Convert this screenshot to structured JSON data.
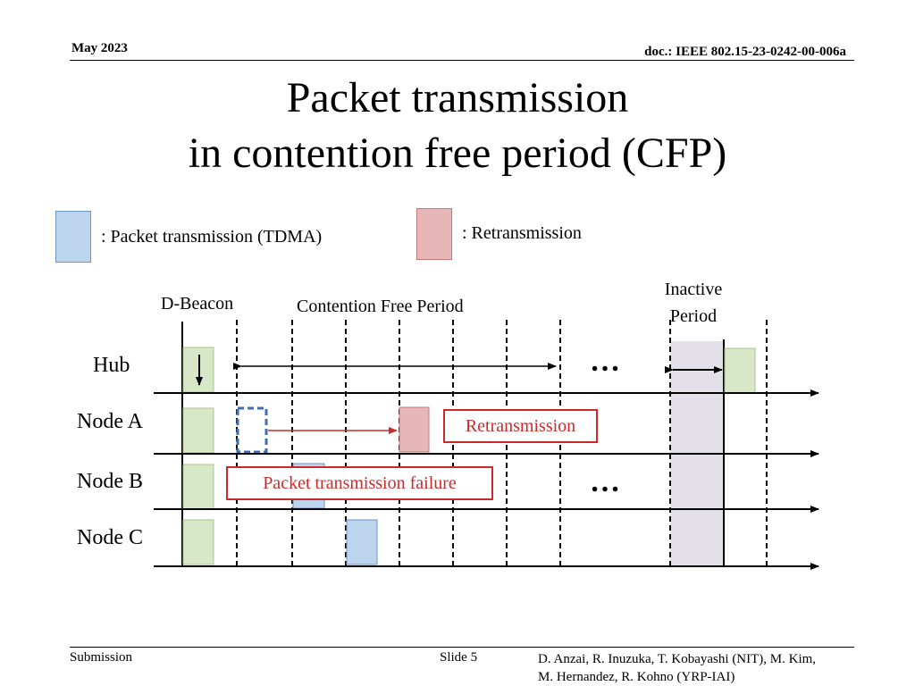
{
  "header": {
    "date": "May 2023",
    "doc": "doc.: IEEE 802.15-23-0242-00-006a"
  },
  "title": {
    "line1": "Packet transmission",
    "line2": "in contention free period (CFP)"
  },
  "legend": {
    "tdma": ": Packet transmission (TDMA)",
    "retx": ": Retransmission"
  },
  "labels": {
    "dbeacon": "D-Beacon",
    "cfp": "Contention Free Period",
    "inactive_line1": "Inactive",
    "inactive_line2": "Period",
    "ellipsis": "…"
  },
  "rows": {
    "hub": "Hub",
    "node_a": "Node A",
    "node_b": "Node B",
    "node_c": "Node C"
  },
  "callouts": {
    "retransmission": "Retransmission",
    "failure": "Packet transmission failure"
  },
  "colors": {
    "beacon_fill": "#d9e7c9",
    "beacon_stroke": "#a9c488",
    "tdma_fill": "#bcd4ee",
    "tdma_stroke": "#6f95c6",
    "retx_fill": "#e7b6b6",
    "retx_stroke": "#c47a7a",
    "inactive_fill": "#e3e0ea",
    "callout_red": "#cc2a2a"
  },
  "footer": {
    "left": "Submission",
    "slide": "Slide 5",
    "authors_line1": "D. Anzai, R. Inuzuka, T. Kobayashi (NIT), M. Kim,",
    "authors_line2": "M. Hernandez, R. Kohno (YRP-IAI)"
  }
}
